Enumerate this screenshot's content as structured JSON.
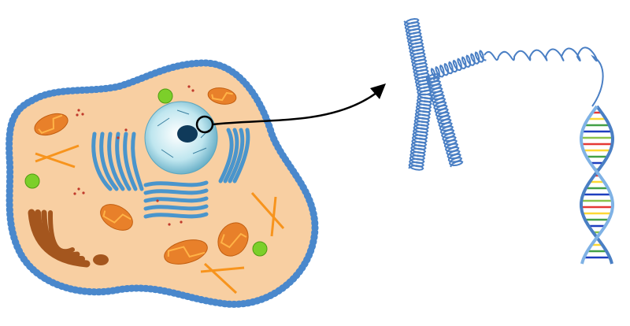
{
  "colors": {
    "cytoplasm": "#f8cfa2",
    "membrane": "#4a88cc",
    "nucleus": "#bfe6ef",
    "nucleus_edge": "#5aa6c0",
    "nucleolus": "#0f3a5a",
    "mitochondria": "#e8802a",
    "mitochondria_inner": "#ffb347",
    "vesicle": "#7ccf2a",
    "golgi": "#a4561e",
    "er": "#4a95cc",
    "filament": "#f7941d",
    "ribosome": "#c0392b",
    "chromosome": "#4a7fc4",
    "dna_backbone": "#4a7fc4",
    "dna_pairs": [
      "#e53935",
      "#fdd835",
      "#43a047",
      "#1e3fbf",
      "#8bc34a"
    ],
    "arrow": "#000000"
  },
  "figure": {
    "subject": "cell-to-chromosome-to-dna",
    "parts": [
      "cell",
      "nucleus",
      "chromosome",
      "dna-helix"
    ]
  }
}
